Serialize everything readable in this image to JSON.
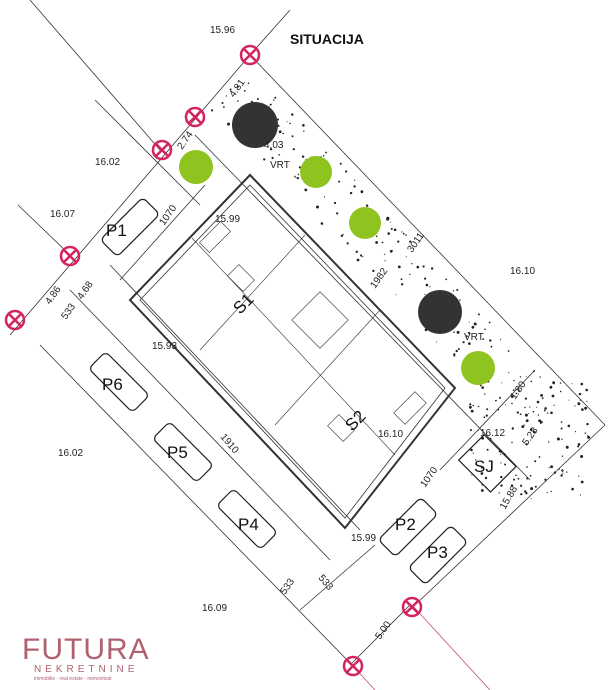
{
  "title": "SITUACIJA",
  "elevations": [
    "15.96",
    "16.02",
    "16.07",
    "16.10",
    "15.99",
    "15.93",
    "16.10",
    "16.12",
    "15.88",
    "15.99",
    "16.02",
    "16.09"
  ],
  "dimensions": [
    "4.81",
    "2.74",
    "1070",
    "4.86",
    "4.68",
    "533",
    "3011",
    "1982",
    "1910",
    "533",
    "533",
    "5.00",
    "1070",
    "1.80",
    "5.28",
    "4.03"
  ],
  "garden_labels": [
    "VRT",
    "VRT"
  ],
  "units": [
    "S1",
    "S2",
    "SJ"
  ],
  "parking": [
    "P1",
    "P2",
    "P3",
    "P4",
    "P5",
    "P6"
  ],
  "logo": {
    "name": "FUTURA",
    "sub": "NEKRETNINE",
    "tagline": "immobilie - real estate - nemovitost"
  },
  "colors": {
    "marker": "#d4245c",
    "tree_green": "#8fc31f",
    "logo": "#b0606e"
  }
}
